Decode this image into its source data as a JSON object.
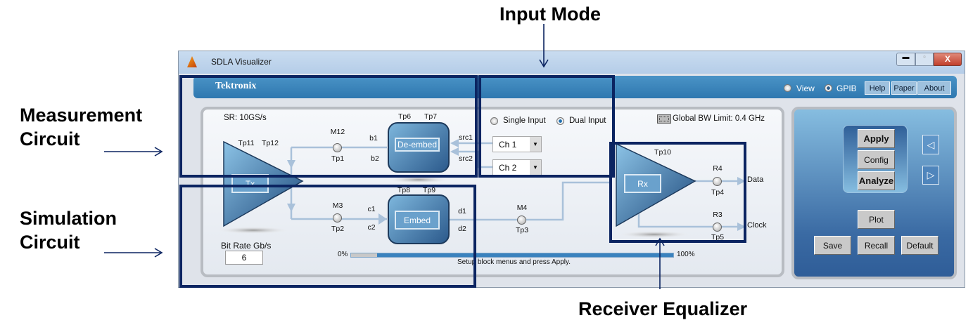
{
  "annotations": {
    "input_mode": "Input Mode",
    "measurement": "Measurement Circuit",
    "simulation": "Simulation Circuit",
    "receiver": "Receiver Equalizer"
  },
  "window": {
    "title": "SDLA Visualizer",
    "controls": [
      "minimize",
      "maximize",
      "close"
    ],
    "close_glyph": "X"
  },
  "header": {
    "brand": "Tektronix",
    "modes": [
      {
        "label": "View",
        "selected": false
      },
      {
        "label": "GPIB",
        "selected": true
      }
    ],
    "buttons": [
      "Help",
      "Paper",
      "About"
    ]
  },
  "main": {
    "sample_rate": "SR: 10GS/s",
    "tx": {
      "label": "Tx",
      "tp_a": "Tp11",
      "tp_b": "Tp12"
    },
    "m12": {
      "label": "M12",
      "tp": "Tp1"
    },
    "m3": {
      "label": "M3",
      "tp": "Tp2"
    },
    "m4": {
      "label": "M4",
      "tp": "Tp3"
    },
    "deembed": {
      "label": "De-embed",
      "tp_a": "Tp6",
      "tp_b": "Tp7",
      "in1": "b1",
      "in2": "b2",
      "src1": "src1",
      "src2": "src2"
    },
    "embed": {
      "label": "Embed",
      "tp_a": "Tp8",
      "tp_b": "Tp9",
      "in1": "c1",
      "in2": "c2",
      "out1": "d1",
      "out2": "d2"
    },
    "input_mode": {
      "options": [
        {
          "label": "Single Input",
          "selected": false
        },
        {
          "label": "Dual Input",
          "selected": true
        }
      ],
      "ch1": "Ch 1",
      "ch2": "Ch 2"
    },
    "global_bw": "Global BW Limit: 0.4 GHz",
    "rx": {
      "label": "Rx",
      "tp": "Tp10",
      "r4": "R4",
      "tp4": "Tp4",
      "data": "Data",
      "r3": "R3",
      "tp5": "Tp5",
      "clock": "Clock"
    },
    "bit_rate": {
      "label": "Bit Rate Gb/s",
      "value": "6"
    },
    "progress": {
      "min_label": "0%",
      "max_label": "100%",
      "percent": 8,
      "status": "Setup block menus and press Apply."
    }
  },
  "side": {
    "apply": "Apply",
    "config": "Config",
    "analyze": "Analyze",
    "prev_glyph": "◁",
    "next_glyph": "▷",
    "plot": "Plot",
    "save": "Save",
    "recall": "Recall",
    "default": "Default"
  },
  "colors": {
    "accent": "#2f78b0",
    "annotation_box": "#0b2461"
  }
}
